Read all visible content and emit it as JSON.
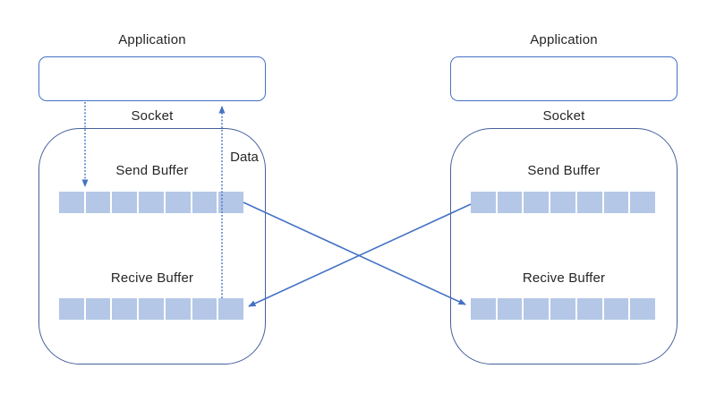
{
  "colors": {
    "background": "#ffffff",
    "box_outline": "#4472c4",
    "container_outline": "#44609b",
    "buffer_segment_fill": "#b4c7e7",
    "arrow_blue": "#4472c4",
    "text": "#262626"
  },
  "diagram": {
    "panels": [
      {
        "side": "left",
        "application_label": "Application",
        "socket_label": "Socket",
        "send_buffer_label": "Send Buffer",
        "receive_buffer_label": "Recive Buffer",
        "send_buffer_segments": 7,
        "receive_buffer_segments": 7
      },
      {
        "side": "right",
        "application_label": "Application",
        "socket_label": "Socket",
        "send_buffer_label": "Send Buffer",
        "receive_buffer_label": "Recive Buffer",
        "send_buffer_segments": 7,
        "receive_buffer_segments": 7
      }
    ],
    "data_flow_label": "Data",
    "connections": [
      {
        "from": "left-application",
        "to": "left-send-buffer",
        "style": "dotted",
        "direction": "down"
      },
      {
        "from": "left-receive-buffer",
        "to": "left-application",
        "style": "dotted",
        "direction": "up"
      },
      {
        "from": "left-send-buffer",
        "to": "right-receive-buffer",
        "style": "solid"
      },
      {
        "from": "right-send-buffer",
        "to": "left-receive-buffer",
        "style": "solid"
      }
    ]
  }
}
